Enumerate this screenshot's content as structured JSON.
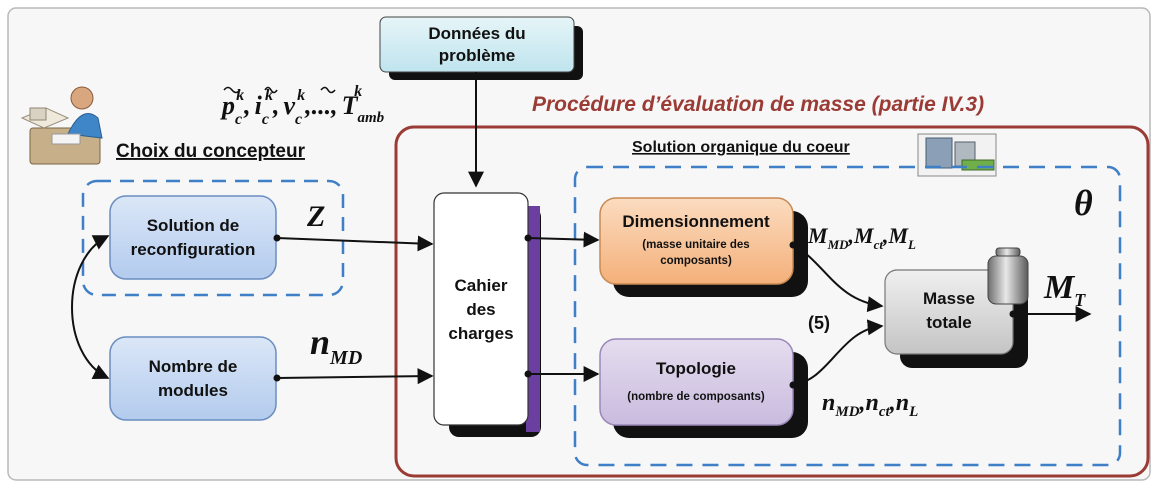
{
  "inputs": {
    "donnees_line1": "Données du",
    "donnees_line2": "problème",
    "profile_p": "p",
    "profile_i": "i",
    "profile_v": "v",
    "profile_sub_c": "c",
    "profile_sup_k": "k",
    "profile_sep": ",",
    "profile_dots": ",...,",
    "profile_T": "T",
    "profile_sub_amb": "amb"
  },
  "designer": {
    "title": "Choix du concepteur",
    "solution_line1": "Solution de",
    "solution_line2": "reconfiguration",
    "nombre_line1": "Nombre de",
    "nombre_line2": "modules",
    "z_symbol": "Z",
    "n_symbol": "n",
    "n_sub": "MD"
  },
  "procedure": {
    "title": "Procédure d’évaluation de masse (partie IV.3)",
    "cahier_line1": "Cahier",
    "cahier_line2": "des",
    "cahier_line3": "charges"
  },
  "organic": {
    "title": "Solution organique du coeur",
    "theta": "θ",
    "dim_title": "Dimensionnement",
    "dim_sub1": "(masse unitaire des",
    "dim_sub2": "composants)",
    "topo_title": "Topologie",
    "topo_sub": "(nombre de composants)",
    "masse_line1": "Masse",
    "masse_line2": "totale",
    "eq_ref": "(5)",
    "m_outputs": {
      "m1": "M",
      "m1_sub": "MD",
      "m2": "M",
      "m2_sub": "ct",
      "m3": "M",
      "m3_sub": "L",
      "sep": ","
    },
    "n_outputs": {
      "n1": "n",
      "n1_sub": "MD",
      "n2": "n",
      "n2_sub": "ct",
      "n3": "n",
      "n3_sub": "L",
      "sep": ","
    },
    "mt": "M",
    "mt_sub": "T"
  },
  "colors": {
    "procedure_border": "#9b3b35",
    "procedure_title": "#9b3b35",
    "dashed_blue": "#3f7fc8",
    "blue_box": "#c5d8f1",
    "donnees_box": "#ccebf2",
    "dim_box": "#f9c79a",
    "topo_box": "#d7cce6",
    "masse_box": "#d9d9d9",
    "cahier_accent": "#6b3fa0"
  }
}
